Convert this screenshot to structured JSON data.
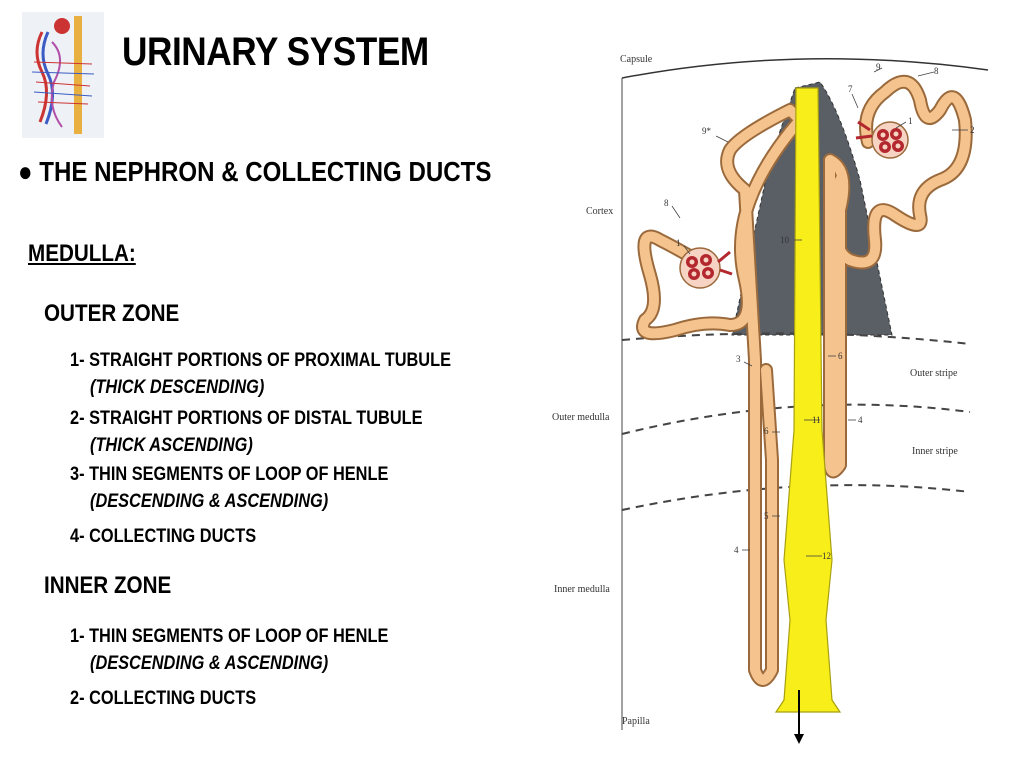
{
  "header": {
    "title": "URINARY SYSTEM",
    "bullet": "●",
    "heading": "THE NEPHRON & COLLECTING DUCTS"
  },
  "medulla": {
    "label": "MEDULLA:",
    "outer_zone": {
      "title": "OUTER ZONE",
      "items": [
        {
          "text": "1- STRAIGHT PORTIONS OF PROXIMAL TUBULE",
          "sub": "(THICK DESCENDING)"
        },
        {
          "text": "2- STRAIGHT PORTIONS OF DISTAL TUBULE",
          "sub": "(THICK ASCENDING)"
        },
        {
          "text": "3- THIN SEGMENTS OF LOOP OF HENLE",
          "sub": "(DESCENDING & ASCENDING)"
        },
        {
          "text": "4- COLLECTING DUCTS",
          "sub": ""
        }
      ]
    },
    "inner_zone": {
      "title": "INNER ZONE",
      "items": [
        {
          "text": "1- THIN SEGMENTS OF LOOP OF HENLE",
          "sub": "(DESCENDING & ASCENDING)"
        },
        {
          "text": "2- COLLECTING DUCTS",
          "sub": ""
        }
      ]
    }
  },
  "diagram": {
    "regions": {
      "capsule": "Capsule",
      "cortex": "Cortex",
      "outer_medulla": "Outer medulla",
      "outer_stripe": "Outer stripe",
      "inner_stripe": "Inner stripe",
      "inner_medulla": "Inner medulla",
      "papilla": "Papilla"
    },
    "numbers": {
      "n9": "9",
      "n8a": "8",
      "n7": "7",
      "n1a": "1",
      "n2": "2",
      "n9s": "9*",
      "n8b": "8",
      "n1b": "1",
      "n10": "10",
      "n3": "3",
      "n6a": "6",
      "n6b": "6",
      "n11": "11",
      "n4a": "4",
      "n5": "5",
      "n4b": "4",
      "n12": "12"
    },
    "colors": {
      "tubule": "#f5c48e",
      "tubule_outline": "#9b6a3c",
      "collecting_duct": "#f7ee1a",
      "medullary_ray": "#5a5f66",
      "glomerulus": "#b3282e"
    }
  }
}
